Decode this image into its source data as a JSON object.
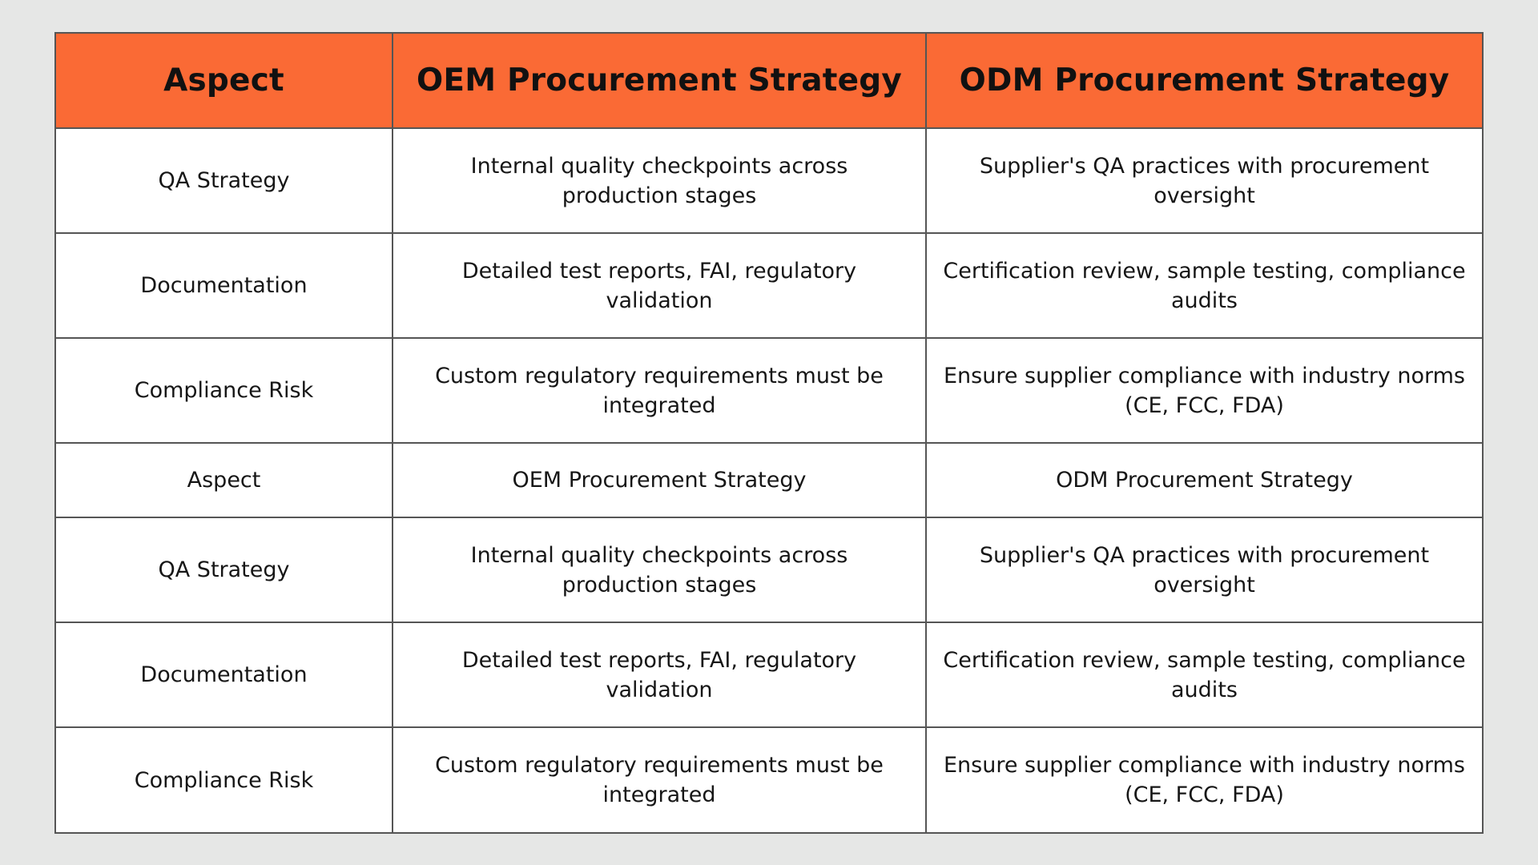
{
  "colors": {
    "header_background": "#fa6a35",
    "page_background": "#e6e7e6",
    "grid_lines": "#555555"
  },
  "table": {
    "headers": [
      "Aspect",
      "OEM Procurement Strategy",
      "ODM Procurement Strategy"
    ],
    "rows": [
      [
        "QA Strategy",
        "Internal quality checkpoints across production stages",
        "Supplier's QA practices with procurement oversight"
      ],
      [
        "Documentation",
        "Detailed test reports, FAI, regulatory validation",
        "Certification review, sample testing, compliance audits"
      ],
      [
        "Compliance Risk",
        "Custom regulatory requirements must be integrated",
        "Ensure supplier compliance with industry norms (CE, FCC, FDA)"
      ],
      [
        "Aspect",
        "OEM Procurement Strategy",
        "ODM Procurement Strategy"
      ],
      [
        "QA Strategy",
        "Internal quality checkpoints across production stages",
        "Supplier's QA practices with procurement oversight"
      ],
      [
        "Documentation",
        "Detailed test reports, FAI, regulatory validation",
        "Certification review, sample testing, compliance audits"
      ],
      [
        "Compliance Risk",
        "Custom regulatory requirements must be integrated",
        "Ensure supplier compliance with industry norms (CE, FCC, FDA)"
      ]
    ]
  }
}
